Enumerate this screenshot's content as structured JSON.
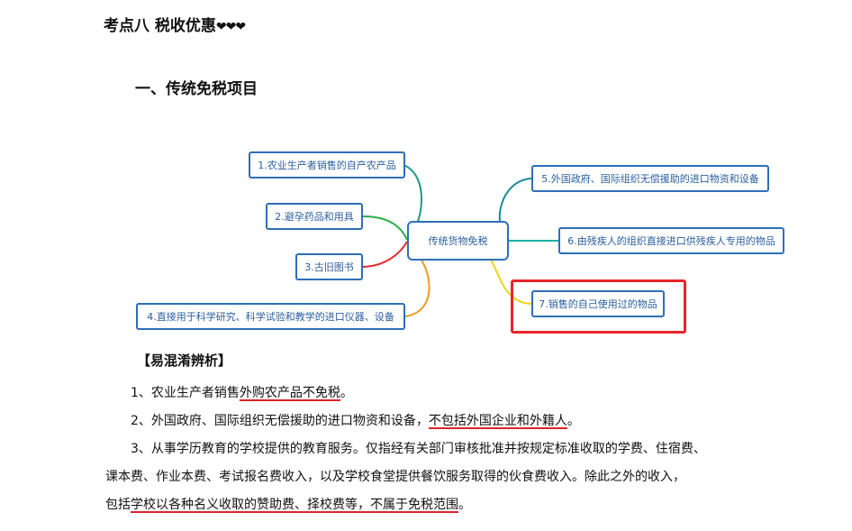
{
  "heading1": {
    "text": "考点八  税收优惠",
    "hearts": "❤❤❤"
  },
  "heading2": "一、传统免税项目",
  "mindmap": {
    "center": "传统货物免税",
    "left_nodes": [
      "1.农业生产者销售的自产农产品",
      "2.避孕药品和用具",
      "3.古旧图书",
      "4.直接用于科学研究、科学试验和教学的进口仪器、设备"
    ],
    "right_nodes": [
      "5.外国政府、国际组织无偿援助的进口物资和设备",
      "6.由残疾人的组织直接进口供残疾人专用的物品",
      "7.销售的自己使用过的物品"
    ],
    "branch_colors": {
      "n1": "#1a9a8a",
      "n2": "#2bb04a",
      "n3": "#e0302a",
      "n4": "#f39a1e",
      "n5": "#1a8a9a",
      "n6": "#1ab0a0",
      "n7": "#f2d31a"
    },
    "highlight_color": "#e8262b"
  },
  "confusion": {
    "title": "【易混淆辨析】",
    "item1": {
      "a": "1、农业生产者销售",
      "b": "外购农产品不免税",
      "c": "。"
    },
    "item2": {
      "a": "2、外国政府、国际组织无偿援助的进口物资和设备，",
      "b": "不包括外国企业和外籍人",
      "c": "。"
    },
    "item3_line1": "3、从事学历教育的学校提供的教育服务。仅指经有关部门审核批准并按规定标准收取的学费、住宿费、",
    "item3_line2": "课本费、作业本费、考试报名费收入，以及学校食堂提供餐饮服务取得的伙食费收入。除此之外的收入，",
    "item3_line3": {
      "a": "包括",
      "b": "学校以各种名义收取的赞助费、择校费等，不属于免税范围",
      "c": "。"
    }
  },
  "underline_color": "#d8262b"
}
